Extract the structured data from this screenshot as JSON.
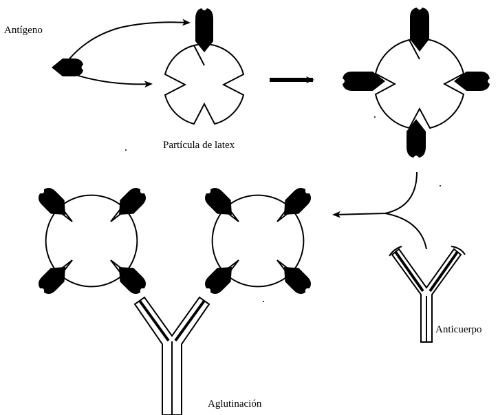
{
  "labels": {
    "antigen": "Antígeno",
    "latex_particle": "Partícula de latex",
    "antibody": "Anticuerpo",
    "agglutination": "Aglutinación"
  },
  "colors": {
    "ink": "#000000",
    "background": "#ffffff"
  }
}
